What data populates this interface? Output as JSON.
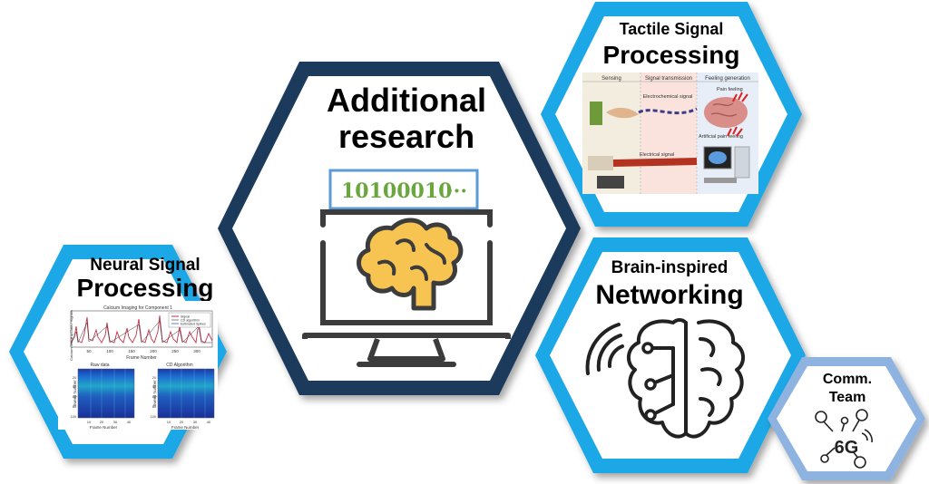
{
  "center": {
    "title_line1": "Additional",
    "title_line2": "research",
    "bits": "10100010",
    "bits_ellipsis": "···",
    "icon": "brain-monitor-icon"
  },
  "tactile": {
    "title_line1": "Tactile Signal",
    "title_line2": "Processing",
    "stage1": "Sensing",
    "stage2": "Signal transmission",
    "stage3": "Feeling generation",
    "signal_top": "Electrochemical signal",
    "signal_bottom": "Electrical signal",
    "feeling_top": "Pain feeling",
    "feeling_bottom": "Artificial pain feeling"
  },
  "neural": {
    "title_line1": "Neural Signal",
    "title_line2": "Processing",
    "plot_title": "Calcium Imaging for Component 1",
    "plot_ylabel": "Calcium Imaging Data / Signals",
    "plot_xlabel": "Frame Number",
    "plot_xticks": [
      "50",
      "100",
      "150",
      "200",
      "250",
      "300"
    ],
    "legend": [
      "Signal",
      "CD algorithm",
      "Estimated Spikes"
    ],
    "heat_left_title": "Raw data",
    "heat_right_title": "CD Algorithm",
    "heat_ylabel": "Sweep Number",
    "heat_xlabel": "Frame Number",
    "heat_xticks": [
      "10",
      "20",
      "30",
      "40"
    ],
    "heat_yticks": [
      "20",
      "40",
      "60",
      "80",
      "100"
    ]
  },
  "networking": {
    "title_line1": "Brain-inspired",
    "title_line2": "Networking",
    "icon": "brain-circuit-icon"
  },
  "comm": {
    "title_line1": "Comm.",
    "title_line2": "Team",
    "badge": "6G",
    "icon": "6g-network-icon"
  },
  "colors": {
    "outer_blue": "#1aa7e6",
    "dark_navy": "#1f3a5c",
    "light_blue": "#8fb3e0",
    "brain_yellow": "#f7c452",
    "icon_dark": "#3c3c3c",
    "bits_green": "#6aa63e",
    "bits_box": "#5b9bd5"
  }
}
